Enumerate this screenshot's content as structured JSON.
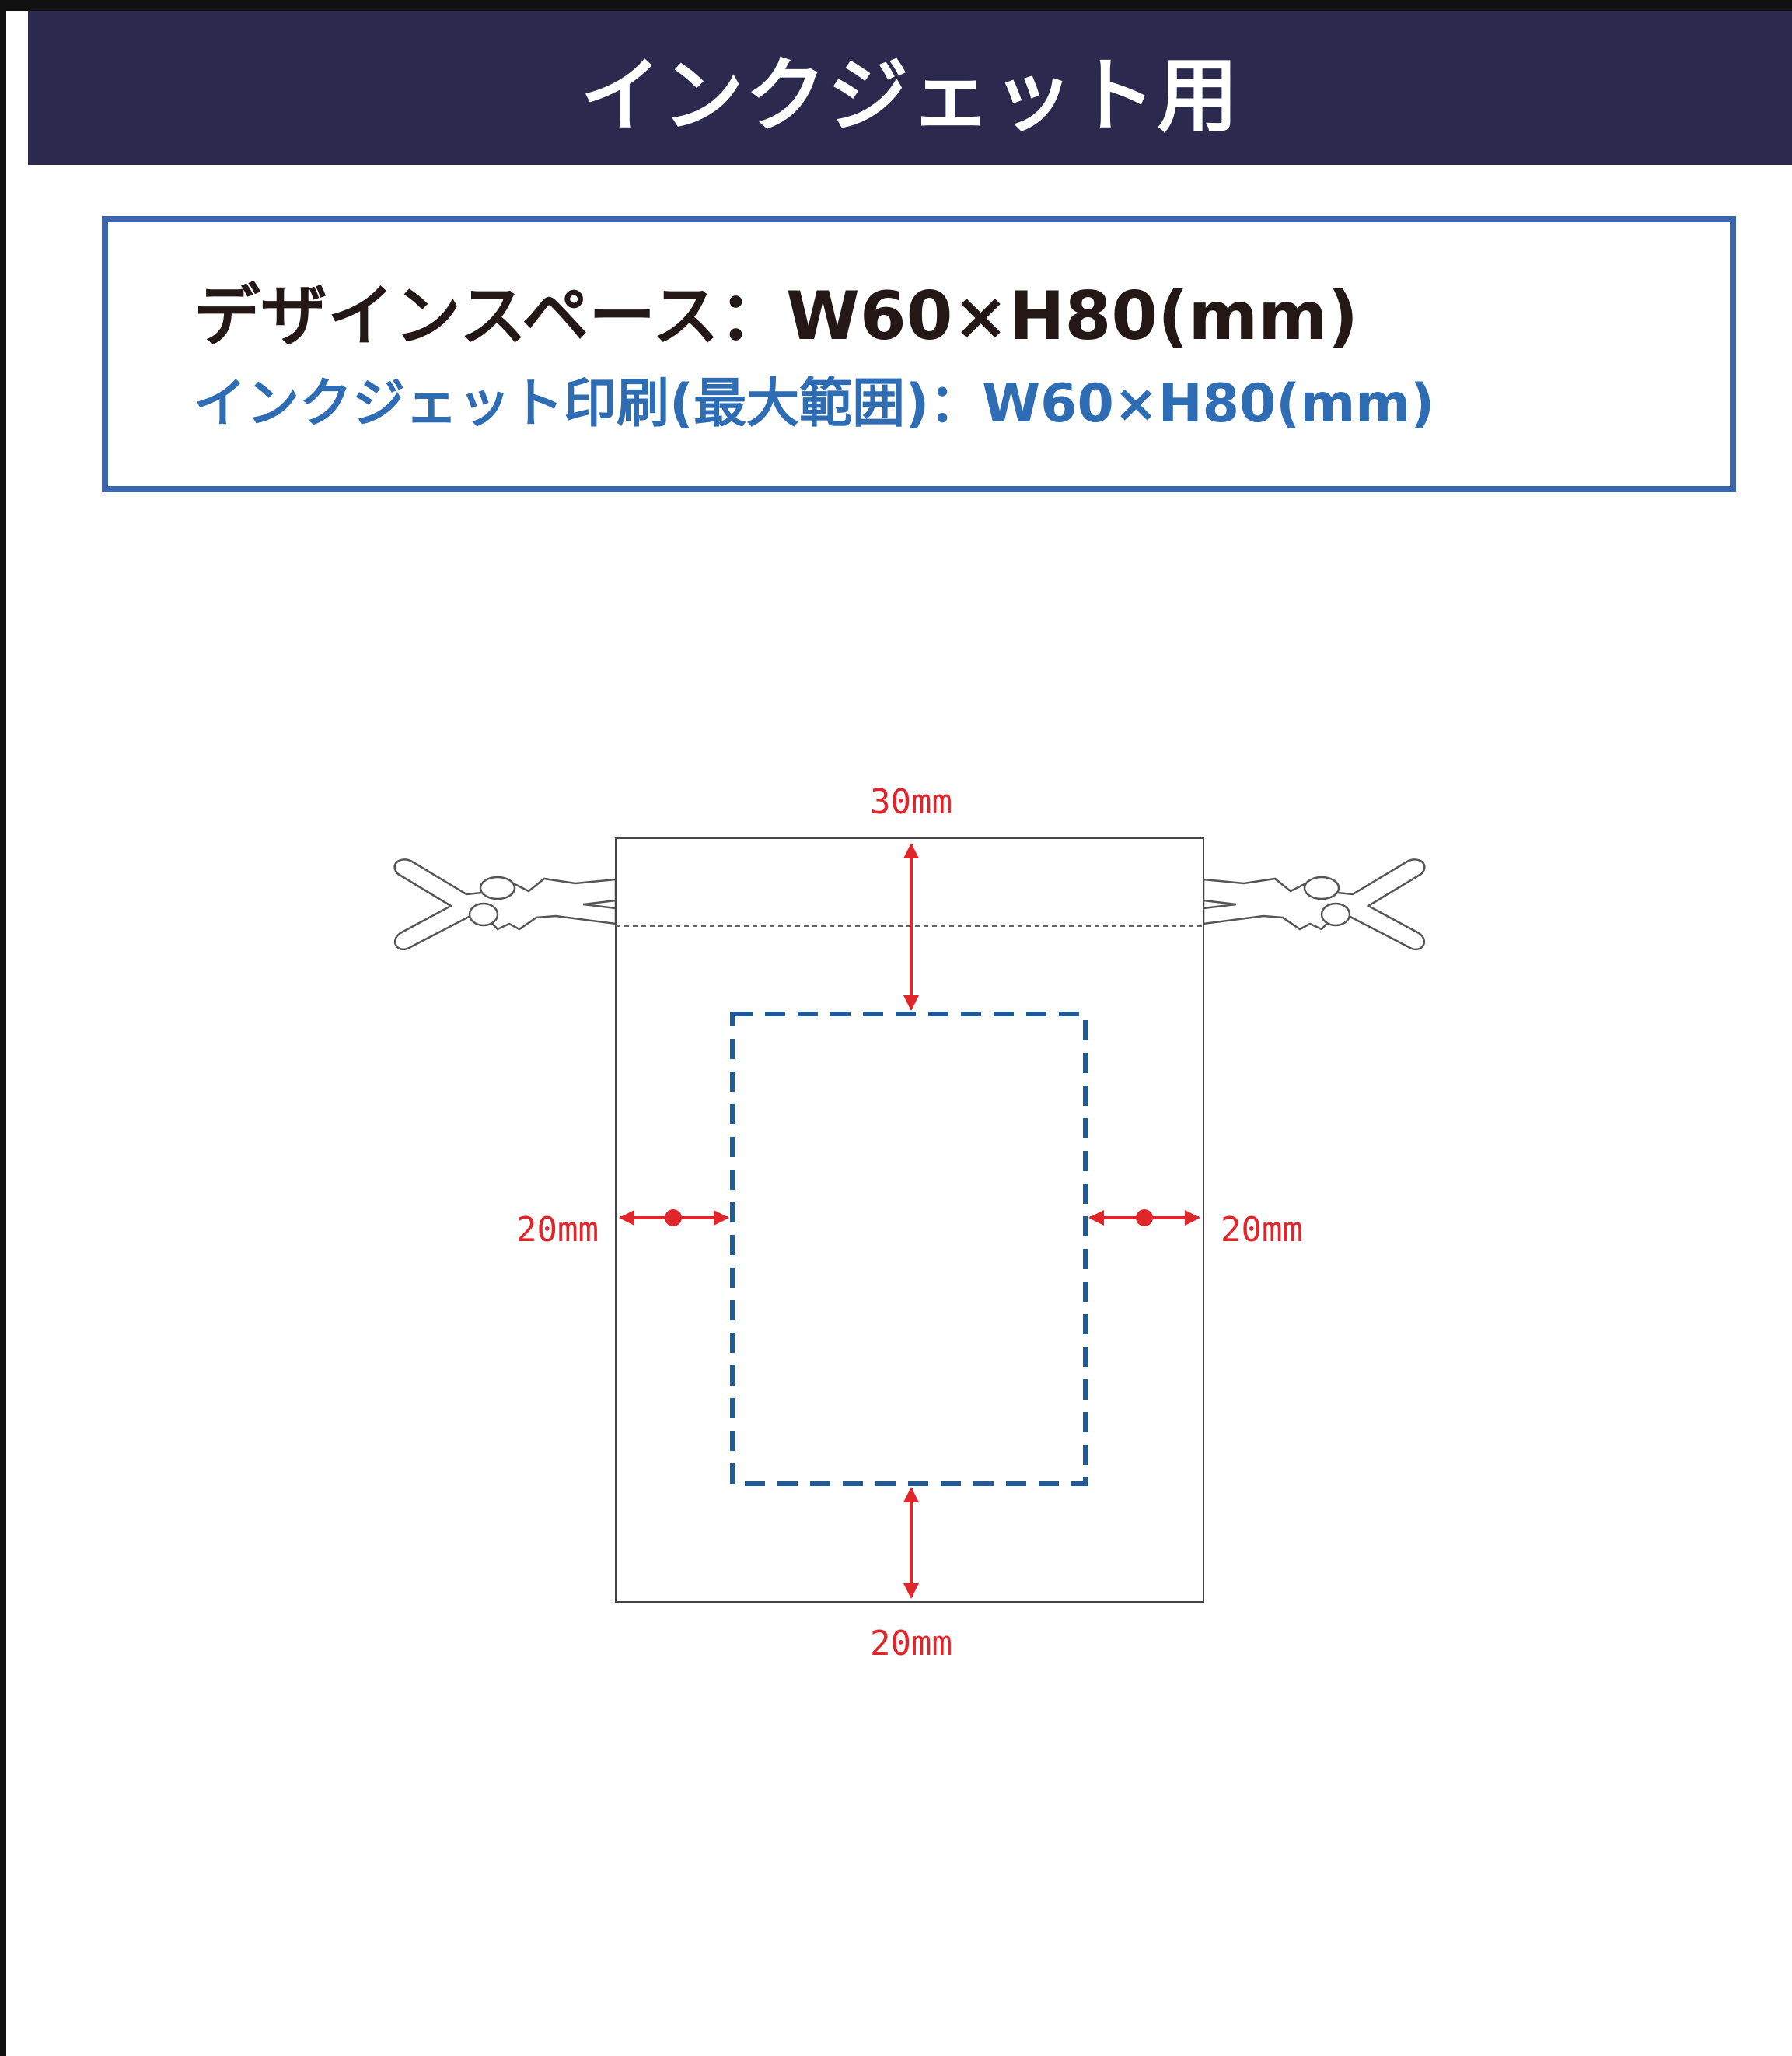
{
  "header": {
    "title": "インクジェット用"
  },
  "spec": {
    "design_space": "デザインスペース：W60×H80(mm)",
    "inkjet_range": "インクジェット印刷(最大範囲)：W60×H80(mm)"
  },
  "diagram": {
    "margin_top": "30mm",
    "margin_left": "20mm",
    "margin_right": "20mm",
    "margin_bottom": "20mm"
  },
  "colors": {
    "header_bg": "#2b2a4e",
    "box_border": "#3a66b0",
    "accent_blue": "#2e6db4",
    "print_area": "#1f5a99",
    "dimension_red": "#e0262a"
  }
}
